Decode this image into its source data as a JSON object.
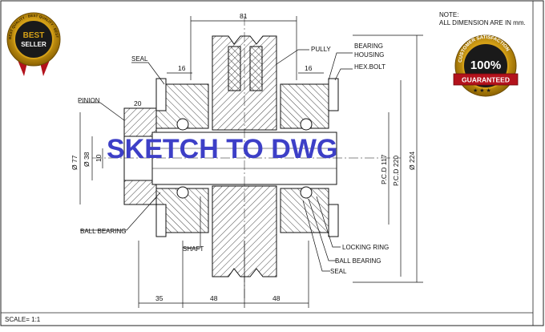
{
  "title": "SKETCH TO DWG",
  "note": {
    "line1": "NOTE:",
    "line2": "ALL DIMENSION ARE IN mm."
  },
  "scale": "SCALE= 1:1",
  "badges": {
    "best_seller": {
      "line1": "BEST",
      "line2": "SELLER",
      "ring": "BEST QUALITY · BEST QUALITY · BEST QUALITY"
    },
    "guarantee": {
      "percent": "100%",
      "banner": "GUARANTEED",
      "ring": "CUSTOMER SATISFACTION"
    }
  },
  "labels": {
    "pully": "PULLY",
    "seal_top": "SEAL",
    "bearing_housing_1": "BEARING",
    "bearing_housing_2": "HOUSING",
    "hex_bolt": "HEX.BOLT",
    "pinion": "PINION",
    "ball_bearing_left": "BALL BEARING",
    "shaft": "SHAFT",
    "locking_ring": "LOCKING RING",
    "ball_bearing_right": "BALL BEARING",
    "seal_bottom": "SEAL"
  },
  "dimensions": {
    "top_81": "81",
    "left_16": "16",
    "right_16": "16",
    "pinion_20": "20",
    "dia_77": "Ø 77",
    "dia_38": "Ø 38",
    "dia_10": "10",
    "pcd_117": "P.C.D 117",
    "pcd_220": "P.C.D 220",
    "dia_224": "Ø 224",
    "bottom_35": "35",
    "bottom_48a": "48",
    "bottom_48b": "48"
  },
  "colors": {
    "title": "#3d3fc7",
    "gold": "#d4a017",
    "badge_red": "#b3121c",
    "badge_dark": "#1a1a1a"
  }
}
